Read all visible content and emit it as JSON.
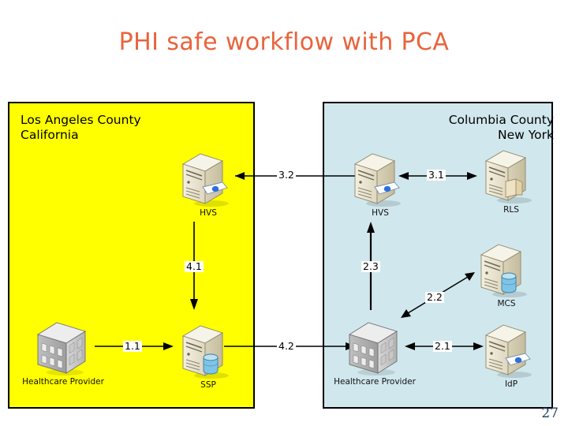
{
  "slide": {
    "title": "PHI safe workflow with PCA",
    "title_color": "#E8643C",
    "page_number": "27",
    "background": "#FFFFFF"
  },
  "regions": [
    {
      "id": "los-angeles",
      "label": "Los Angeles County\nCalifornia",
      "fill": "#FFFF00",
      "border": "#000000"
    },
    {
      "id": "columbia",
      "label": "Columbia County\nNew York",
      "fill": "#D0E7ED",
      "border": "#000000"
    }
  ],
  "nodes": [
    {
      "id": "hvs-la",
      "caption": "HVS",
      "icon": "server-card-icon",
      "region": "los-angeles"
    },
    {
      "id": "ssp",
      "caption": "SSP",
      "icon": "server-database-icon",
      "region": "los-angeles"
    },
    {
      "id": "hcp-la",
      "caption": "Healthcare Provider",
      "icon": "building-icon",
      "region": "los-angeles"
    },
    {
      "id": "hvs-cc",
      "caption": "HVS",
      "icon": "server-card-icon",
      "region": "columbia"
    },
    {
      "id": "rls",
      "caption": "RLS",
      "icon": "server-folder-icon",
      "region": "columbia"
    },
    {
      "id": "mcs",
      "caption": "MCS",
      "icon": "server-database-icon",
      "region": "columbia"
    },
    {
      "id": "idp",
      "caption": "IdP",
      "icon": "server-card-icon",
      "region": "columbia"
    },
    {
      "id": "hcp-cc",
      "caption": "Healthcare Provider",
      "icon": "building-icon",
      "region": "columbia"
    }
  ],
  "connectors": [
    {
      "id": "c-1-1",
      "label": "1.1",
      "from": "hcp-la",
      "to": "ssp",
      "arrows": "single"
    },
    {
      "id": "c-2-1",
      "label": "2.1",
      "from": "hcp-cc",
      "to": "idp",
      "arrows": "double"
    },
    {
      "id": "c-2-2",
      "label": "2.2",
      "from": "hcp-cc",
      "to": "mcs",
      "arrows": "double"
    },
    {
      "id": "c-2-3",
      "label": "2.3",
      "from": "hcp-cc",
      "to": "hvs-cc",
      "arrows": "single"
    },
    {
      "id": "c-3-1",
      "label": "3.1",
      "from": "hvs-cc",
      "to": "rls",
      "arrows": "double"
    },
    {
      "id": "c-3-2",
      "label": "3.2",
      "from": "hvs-cc",
      "to": "hvs-la",
      "arrows": "single"
    },
    {
      "id": "c-4-1",
      "label": "4.1",
      "from": "hvs-la",
      "to": "ssp",
      "arrows": "single"
    },
    {
      "id": "c-4-2",
      "label": "4.2",
      "from": "ssp",
      "to": "hcp-cc",
      "arrows": "single"
    }
  ]
}
